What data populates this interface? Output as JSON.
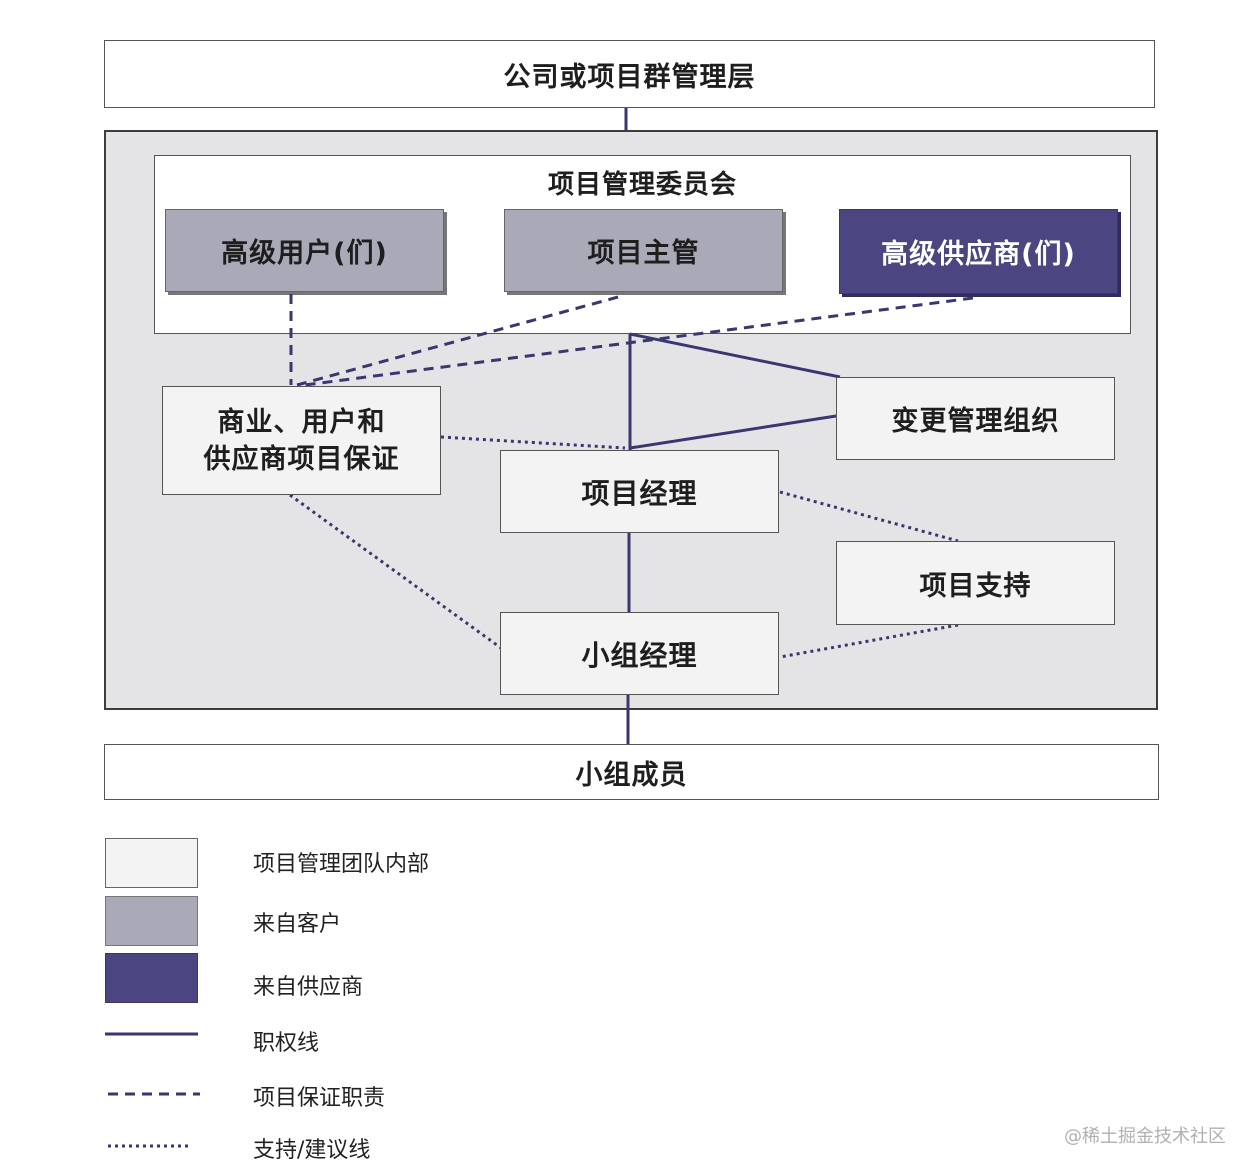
{
  "diagram": {
    "top_box": "公司或项目群管理层",
    "board_title": "项目管理委员会",
    "senior_user": "高级用户(们)",
    "executive": "项目主管",
    "senior_supplier": "高级供应商(们)",
    "assurance_line1": "商业、用户和",
    "assurance_line2": "供应商项目保证",
    "change_authority": "变更管理组织",
    "project_manager": "项目经理",
    "project_support": "项目支持",
    "team_manager": "小组经理",
    "team_members": "小组成员"
  },
  "legend": {
    "internal": "项目管理团队内部",
    "from_customer": "来自客户",
    "from_supplier": "来自供应商",
    "authority_line": "职权线",
    "assurance_duty": "项目保证职责",
    "support_line": "支持/建议线"
  },
  "watermark": "@稀土掘金技术社区",
  "colors": {
    "customer": "#a9a9b8",
    "supplier": "#4b4682",
    "line": "#3a3670",
    "panel": "#e4e4e7"
  }
}
